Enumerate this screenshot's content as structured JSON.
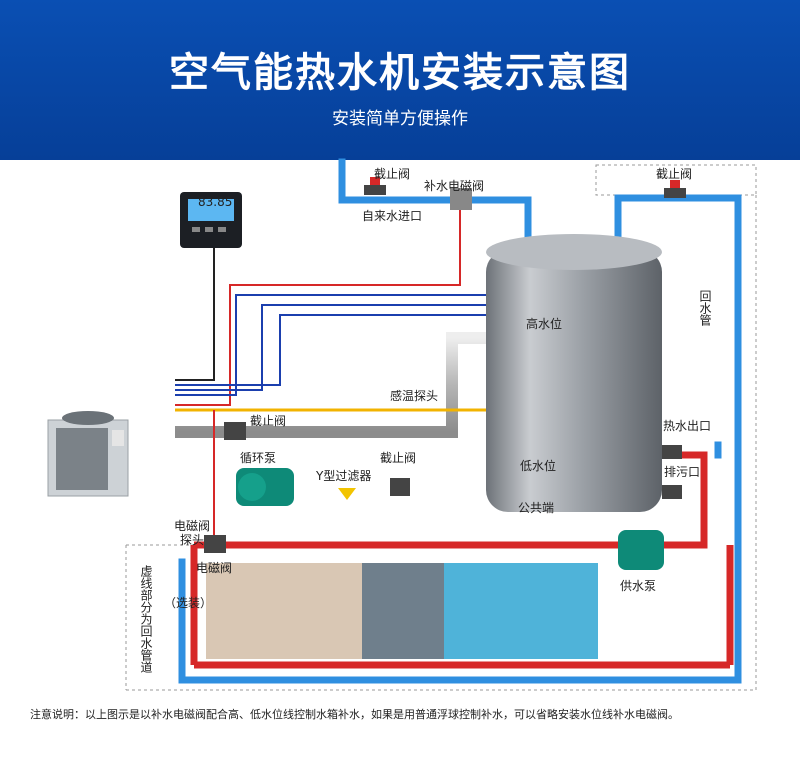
{
  "header": {
    "title": "空气能热水机安装示意图",
    "subtitle": "安装简单方便操作"
  },
  "labels": {
    "stop_valve": "截止阀",
    "refill_solenoid": "补水电磁阀",
    "tap_water_inlet": "自来水进口",
    "return_pipe": "回水管",
    "high_level": "高水位",
    "temp_probe": "感温探头",
    "low_level": "低水位",
    "common_end": "公共端",
    "hot_outlet": "热水出口",
    "drain_valve": "排污口",
    "circ_pump": "循环泵",
    "y_filter": "Y型过滤器",
    "supply_pump": "供水泵",
    "solenoid": "电磁阀",
    "probe_short": "探头",
    "dashed_note": "虚线部分为回水管道",
    "optional": "（选装）",
    "controller_display": "83.85"
  },
  "footer": {
    "note": "注意说明：以上图示是以补水电磁阀配合高、低水位线控制水箱补水，如果是用普通浮球控制补水，可以省略安装水位线补水电磁阀。"
  },
  "colors": {
    "banner": "#0a4fb3",
    "hot_pipe": "#d62828",
    "cold_pipe": "#2f8fe0",
    "signal_yellow": "#f2b300"
  }
}
